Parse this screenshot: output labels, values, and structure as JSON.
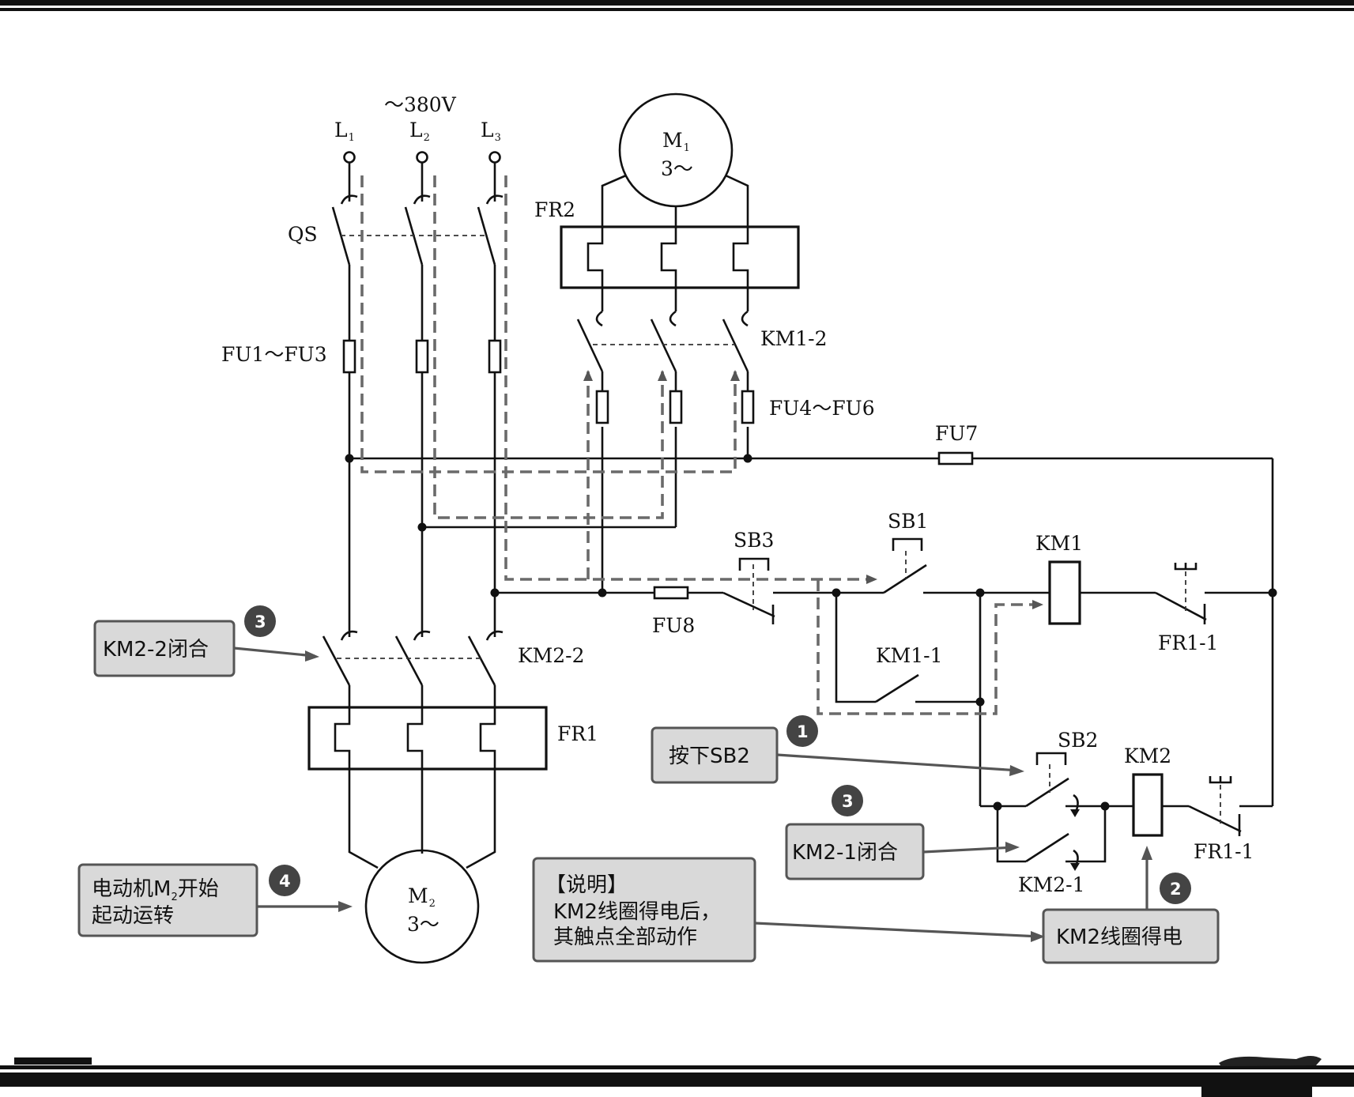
{
  "supply": {
    "voltage": "～380V",
    "phases": [
      "L",
      "L",
      "L"
    ],
    "phase_subs": [
      "1",
      "2",
      "3"
    ]
  },
  "components": {
    "qs": "QS",
    "fu1_fu3": "FU1～FU3",
    "fu4_fu6": "FU4～FU6",
    "fu7": "FU7",
    "fu8": "FU8",
    "fr1": "FR1",
    "fr2": "FR2",
    "km1_2": "KM1-2",
    "km2_2": "KM2-2",
    "sb1": "SB1",
    "sb2": "SB2",
    "sb3": "SB3",
    "km1": "KM1",
    "km2": "KM2",
    "km1_1": "KM1-1",
    "km2_1": "KM2-1",
    "fr1_1_top": "FR1-1",
    "fr1_1_bottom": "FR1-1"
  },
  "motors": {
    "m1": {
      "name": "M",
      "sub": "1",
      "phase": "3～"
    },
    "m2": {
      "name": "M",
      "sub": "2",
      "phase": "3～"
    }
  },
  "callouts": {
    "press_sb2": "按下SB2",
    "km2_1_closed": "KM2-1闭合",
    "km2_energized": "KM2线圈得电",
    "km2_2_closed": "KM2-2闭合",
    "motor_m2_line1_a": "电动机M",
    "motor_m2_line1_sub": "2",
    "motor_m2_line1_b": "开始",
    "motor_m2_line2": "起动运转",
    "note_title": "【说明】",
    "note_line1": "KM2线圈得电后，",
    "note_line2": "其触点全部动作"
  },
  "steps": [
    "1",
    "2",
    "3",
    "3",
    "4"
  ]
}
